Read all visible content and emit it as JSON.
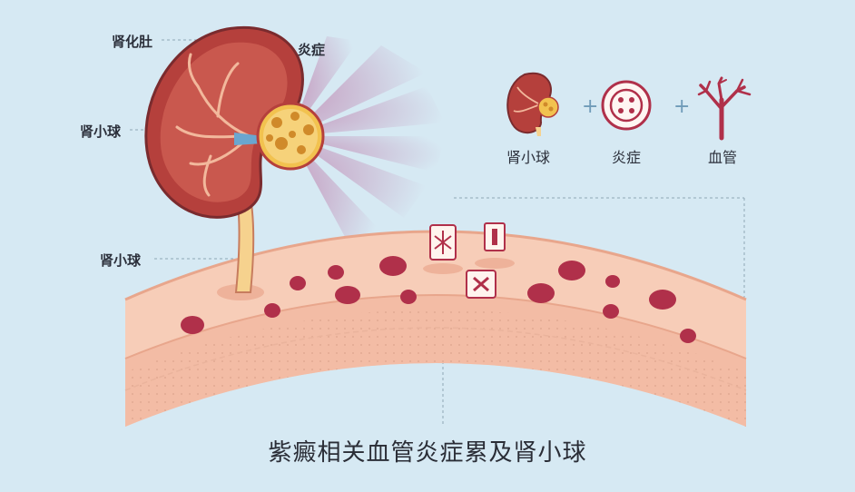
{
  "labels": {
    "kidney": "肾化肚",
    "inflammation": "炎症",
    "glomerulus_upper": "肾小球",
    "glomerulus_lower": "肾小球"
  },
  "legend": {
    "items": [
      {
        "label": "肾小球",
        "icon": "kidney-icon"
      },
      {
        "label": "炎症",
        "icon": "inflammation-cell-icon"
      },
      {
        "label": "血管",
        "icon": "blood-vessel-icon"
      }
    ],
    "separator": "+"
  },
  "caption": "紫癜相关血管炎症累及肾小球",
  "colors": {
    "background": "#d6e9f3",
    "kidney": "#b5403c",
    "vessel_wall": "#f7cdb8",
    "blood_cell": "#b0304a",
    "inflammation": "#f2c24f"
  }
}
